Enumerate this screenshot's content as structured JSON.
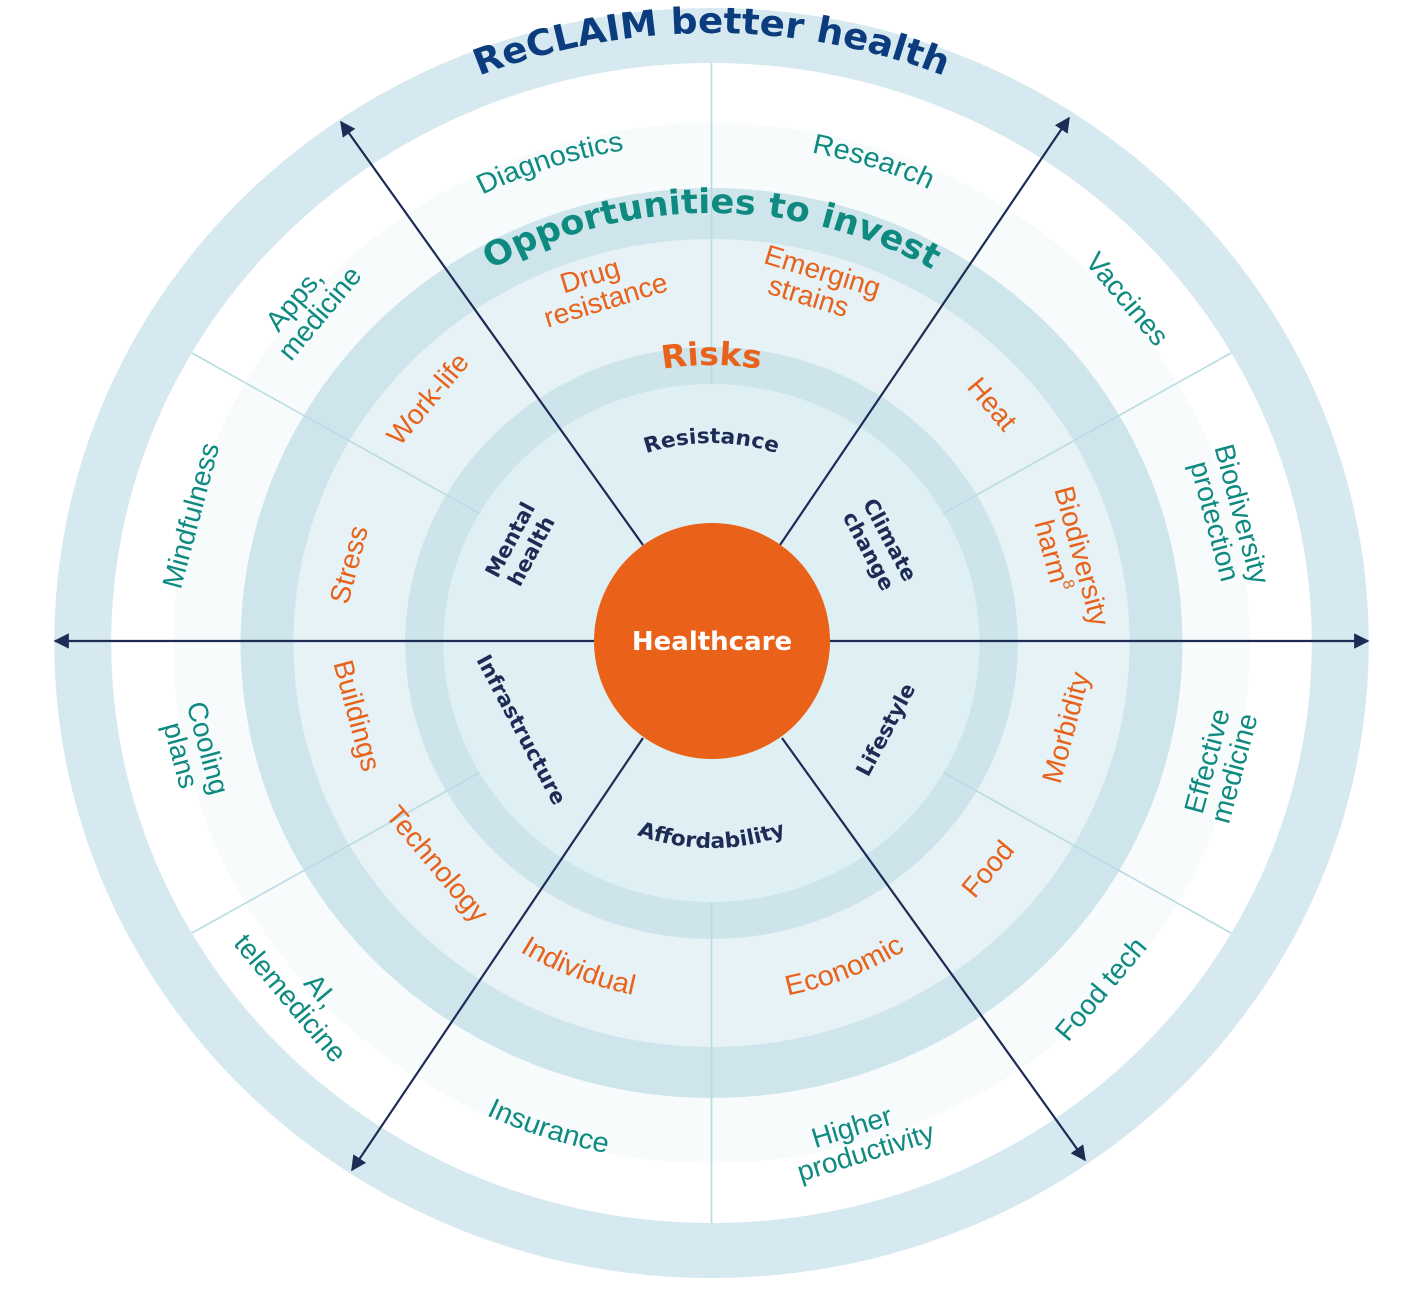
{
  "title": "ReCLAIM better health",
  "center": {
    "label": "Healthcare"
  },
  "rings": {
    "outer_label": "ReCLAIM better health",
    "opportunities_label": "Opportunities to invest",
    "risks_label": "Risks"
  },
  "colors": {
    "navy": "#1d2b55",
    "title_blue": "#0b3d7e",
    "teal": "#0e8a80",
    "orange": "#e8621c",
    "center_fill": "#ea621a",
    "outer_band": "#d6e9f0",
    "white_region": "#ffffff",
    "opp_band": "#cfe5ec",
    "risk_area": "#e6f2f5",
    "risk_band": "#cde4eb",
    "core": "#dff0f4",
    "divider": "#b9dbe4",
    "arrow": "#1d2b55"
  },
  "categories": [
    {
      "id": "resistance",
      "label": "Resistance"
    },
    {
      "id": "climate",
      "label_line1": "Climate",
      "label_line2": "change"
    },
    {
      "id": "lifestyle",
      "label": "Lifestyle"
    },
    {
      "id": "affordability",
      "label": "Affordability"
    },
    {
      "id": "infrastructure",
      "label": "Infrastructure"
    },
    {
      "id": "mental",
      "label_line1": "Mental",
      "label_line2": "health"
    }
  ],
  "risks": {
    "drug_resistance": {
      "line1": "Drug",
      "line2": "resistance"
    },
    "emerging_strains": {
      "line1": "Emerging",
      "line2": "strains"
    },
    "heat": "Heat",
    "biodiversity_harm": {
      "line1": "Biodiversity",
      "line2": "harm",
      "superscript": "8"
    },
    "morbidity": "Morbidity",
    "food": "Food",
    "economic": "Economic",
    "individual": "Individual",
    "technology": "Technology",
    "buildings": "Buildings",
    "stress": "Stress",
    "work_life": "Work-life"
  },
  "opportunities": {
    "diagnostics": "Diagnostics",
    "research": "Research",
    "vaccines": "Vaccines",
    "biodiversity_protection": {
      "line1": "Biodiversity",
      "line2": "protection"
    },
    "effective_medicine": {
      "line1": "Effective",
      "line2": "medicine"
    },
    "food_tech": "Food tech",
    "higher_productivity": {
      "line1": "Higher",
      "line2": "productivity"
    },
    "insurance": "Insurance",
    "ai_telemedicine": {
      "line1": "AI,",
      "line2": "telemedicine"
    },
    "cooling_plans": {
      "line1": "Cooling",
      "line2": "plans"
    },
    "mindfulness": "Mindfulness",
    "apps_medicine": {
      "line1": "Apps,",
      "line2": "medicine"
    }
  }
}
